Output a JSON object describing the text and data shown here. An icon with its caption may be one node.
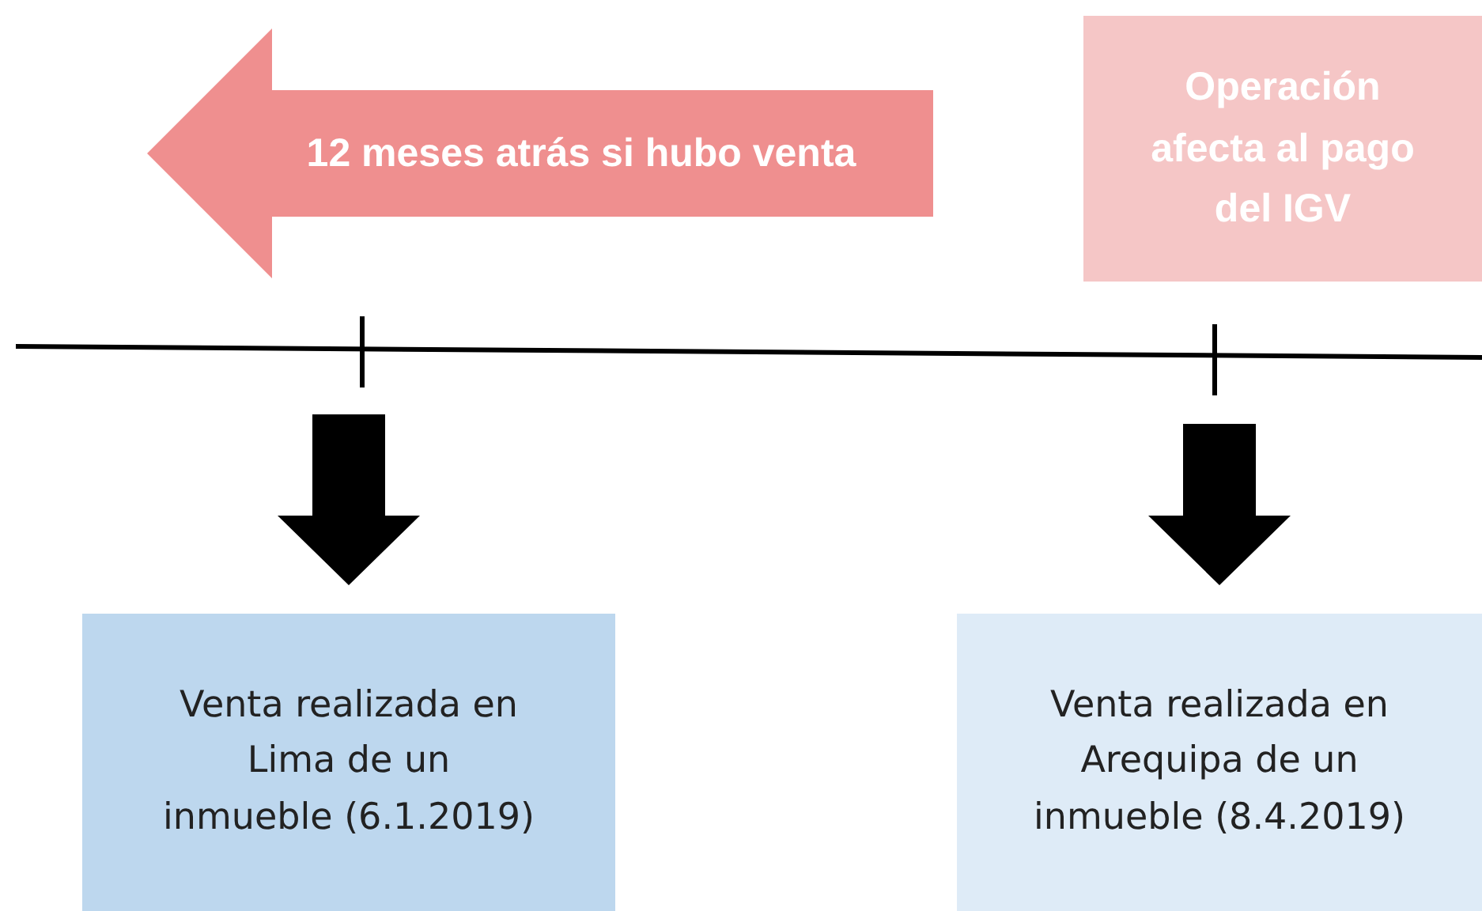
{
  "diagram": {
    "nodes": [
      {
        "text": [
          "12 meses atrás si hubo venta"
        ]
      },
      {
        "text": [
          "Operación afecta al pago del IGV"
        ]
      },
      {
        "text": [
          "Venta realizada en Lima de un inmueble (6.1.2019)"
        ]
      },
      {
        "text": [
          "Venta realizada en Arequipa de un inmueble (8.4.2019)"
        ]
      }
    ],
    "edges": [
      {
        "from": null,
        "to": 2,
        "arrow": "to",
        "style": "thick"
      },
      {
        "from": null,
        "to": 3,
        "arrow": "to",
        "style": "thick"
      }
    ]
  }
}
